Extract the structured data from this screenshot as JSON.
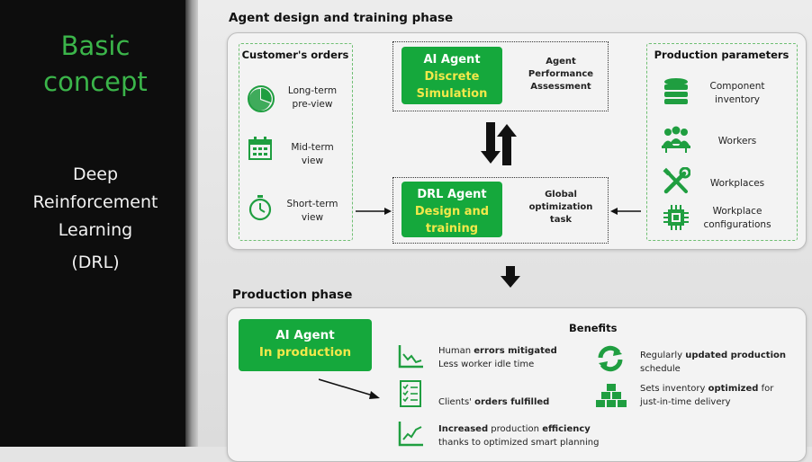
{
  "left": {
    "title_line1": "Basic",
    "title_line2": "concept",
    "sub_line1": "Deep",
    "sub_line2": "Reinforcement",
    "sub_line3": "Learning",
    "sub_line4": "(DRL)"
  },
  "phase1": {
    "title": "Agent design and training phase",
    "customers": {
      "heading": "Customer's orders",
      "items": [
        {
          "line1": "Long-term",
          "line2": "pre-view",
          "icon": "pie-chart-icon"
        },
        {
          "line1": "Mid-term",
          "line2": "view",
          "icon": "calendar-icon"
        },
        {
          "line1": "Short-term",
          "line2": "view",
          "icon": "stopwatch-icon"
        }
      ]
    },
    "sim": {
      "line1": "AI Agent",
      "line2": "Discrete",
      "line3": "Simulation",
      "assess1": "Agent",
      "assess2": "Performance",
      "assess3": "Assessment"
    },
    "drl": {
      "line1": "DRL Agent",
      "line2": "Design and",
      "line3": "training",
      "task1": "Global",
      "task2": "optimization",
      "task3": "task"
    },
    "params": {
      "heading": "Production parameters",
      "items": [
        {
          "line1": "Component",
          "line2": "inventory",
          "icon": "database-icon"
        },
        {
          "line1": "Workers",
          "line2": "",
          "icon": "workers-icon"
        },
        {
          "line1": "Workplaces",
          "line2": "",
          "icon": "tools-icon"
        },
        {
          "line1": "Workplace",
          "line2": "configurations",
          "icon": "chip-icon"
        }
      ]
    }
  },
  "phase2": {
    "title": "Production phase",
    "agent_line1": "AI Agent",
    "agent_line2": "In production",
    "benefits_heading": "Benefits",
    "b1_pre": "Human ",
    "b1_bold": "errors mitigated",
    "b1_line2": "Less worker idle time",
    "b2_pre": "Clients' ",
    "b2_bold": "orders fulfilled",
    "b3_pre": "Increased",
    "b3_mid": " production ",
    "b3_bold": "efficiency",
    "b3_line2": "thanks to optimized smart planning",
    "b4_pre": "Regularly ",
    "b4_bold": "updated production",
    "b4_line2": "schedule",
    "b5_pre": "Sets inventory ",
    "b5_bold": "optimized",
    "b5_post": " for",
    "b5_line2": "just-in-time delivery"
  },
  "colors": {
    "accent_green": "#15a83c",
    "title_green": "#3bb54a",
    "highlight_yellow": "#f2e84a",
    "icon_green": "#1f9e40"
  }
}
